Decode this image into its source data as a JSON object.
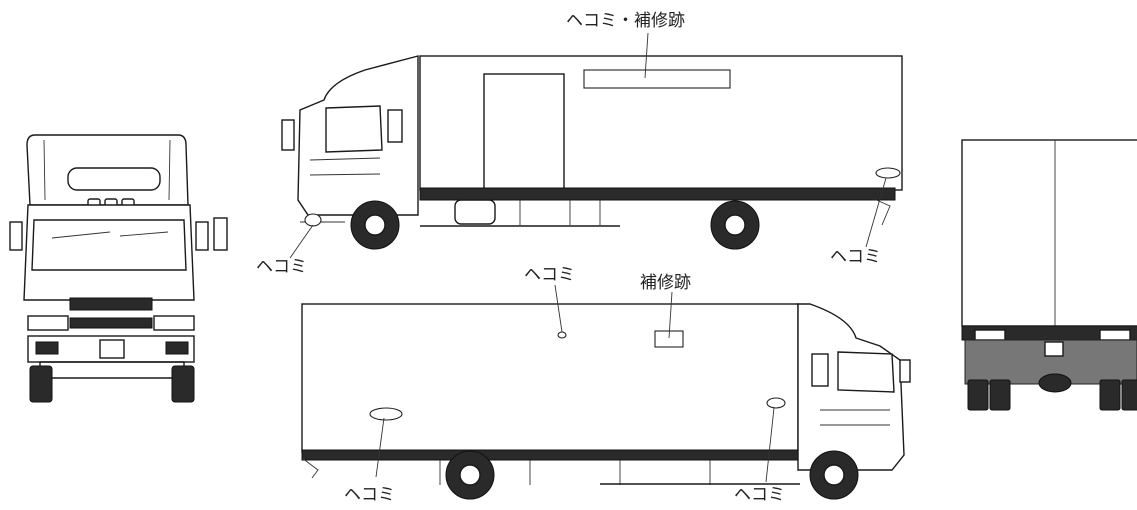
{
  "labels": {
    "top_damage_repair": "ヘコミ・補修跡",
    "left_front_dent": "ヘコミ",
    "left_rear_dent": "ヘコミ",
    "right_top_dent": "ヘコミ",
    "right_repair": "補修跡",
    "right_rear_dent": "ヘコミ",
    "right_front_dent": "ヘコミ"
  }
}
